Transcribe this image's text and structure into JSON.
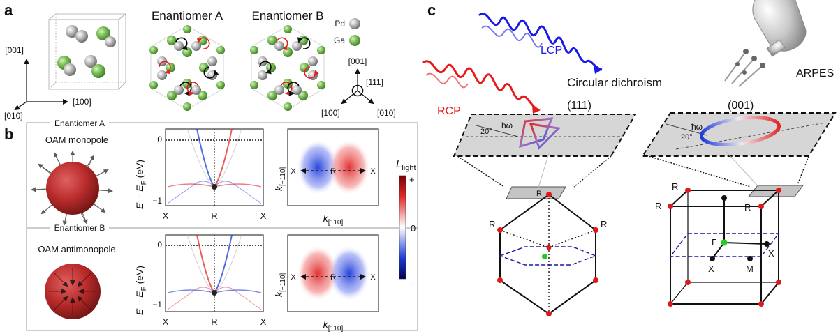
{
  "panel_a": {
    "label": "a",
    "enantiomer_a": "Enantiomer A",
    "enantiomer_b": "Enantiomer B",
    "legend": {
      "pd": "Pd",
      "ga": "Ga"
    },
    "axes_left": {
      "z": "[001]",
      "y": "[010]",
      "x": "[100]"
    },
    "axes_right": {
      "z": "[001]",
      "c": "[111]",
      "x": "[100]",
      "y": "[010]"
    },
    "colors": {
      "pd": "#b8b8b8",
      "ga": "#7dc05a",
      "arrow_red": "#e02020",
      "arrow_black": "#000000"
    }
  },
  "panel_b": {
    "label": "b",
    "row_a": {
      "title": "Enantiomer A",
      "sphere": "OAM monopole"
    },
    "row_b": {
      "title": "Enantiomer B",
      "sphere": "OAM antimonopole"
    },
    "band": {
      "ylabel_main": "E − E",
      "ylabel_sub": "F",
      "ylabel_unit": " (eV)",
      "yticks": [
        "0",
        "−1"
      ],
      "xticks": [
        "X",
        "R",
        "X"
      ]
    },
    "kmap": {
      "xlabel_k": "k",
      "xlabel_sub": "[110]",
      "ylabel_k": "k",
      "ylabel_sub": "[−110]",
      "points": [
        "X",
        "R",
        "X"
      ]
    },
    "colorbar": {
      "title": "L",
      "sub": "light",
      "plus": "+",
      "zero": "0",
      "minus": "−"
    },
    "colors": {
      "positive": "#e02828",
      "negative": "#1c3cd8",
      "sphere": "#b82a2a"
    }
  },
  "panel_c": {
    "label": "c",
    "lcp": "LCP",
    "rcp": "RCP",
    "circular_dichroism": "Circular dichroism",
    "arpes": "ARPES",
    "face_111": "(111)",
    "face_001": "(001)",
    "hw": "ħω",
    "angle": "20°",
    "bz_left": {
      "r_top": "R",
      "r_left": "R",
      "r_right": "R"
    },
    "bz_right": {
      "r_top": "R",
      "r_tl": "R",
      "r_mid": "R",
      "gamma": "Γ",
      "x1": "X",
      "m": "M",
      "x2": "X"
    },
    "colors": {
      "lcp": "#1a1ae6",
      "rcp": "#e61a1a",
      "plane_dash": "#1a1a9a",
      "point": "#e01818",
      "gamma": "#22cc22"
    }
  }
}
